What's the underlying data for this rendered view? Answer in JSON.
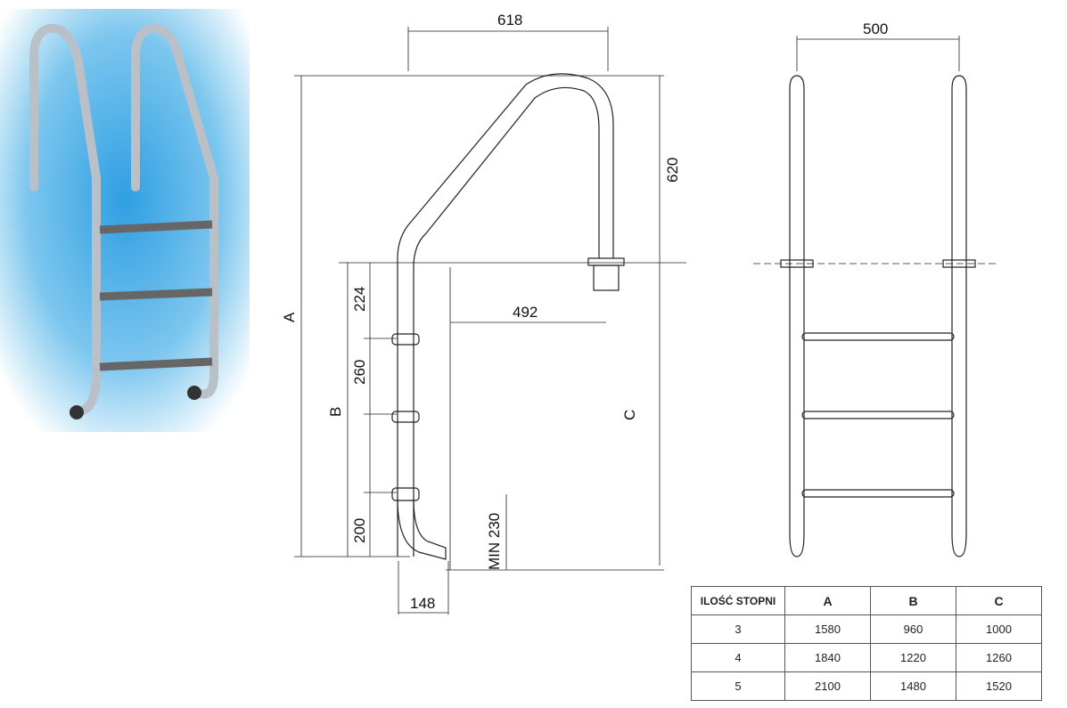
{
  "photo": {
    "alt_subject": "ladder-photo"
  },
  "side_view": {
    "dims": {
      "top_width": "618",
      "rail_height": "620",
      "step1": "224",
      "reach": "492",
      "step_spacing": "260",
      "A": "A",
      "B": "B",
      "C": "C",
      "bottom": "200",
      "min_depth": "MIN 230",
      "foot": "148"
    }
  },
  "front_view": {
    "dims": {
      "width": "500"
    }
  },
  "table": {
    "headers": [
      "ILOŚĆ STOPNI",
      "A",
      "B",
      "C"
    ],
    "rows": [
      [
        "3",
        "1580",
        "960",
        "1000"
      ],
      [
        "4",
        "1840",
        "1220",
        "1260"
      ],
      [
        "5",
        "2100",
        "1480",
        "1520"
      ]
    ]
  },
  "colors": {
    "photo_bg": "#3fa9e6",
    "line": "#222222"
  }
}
